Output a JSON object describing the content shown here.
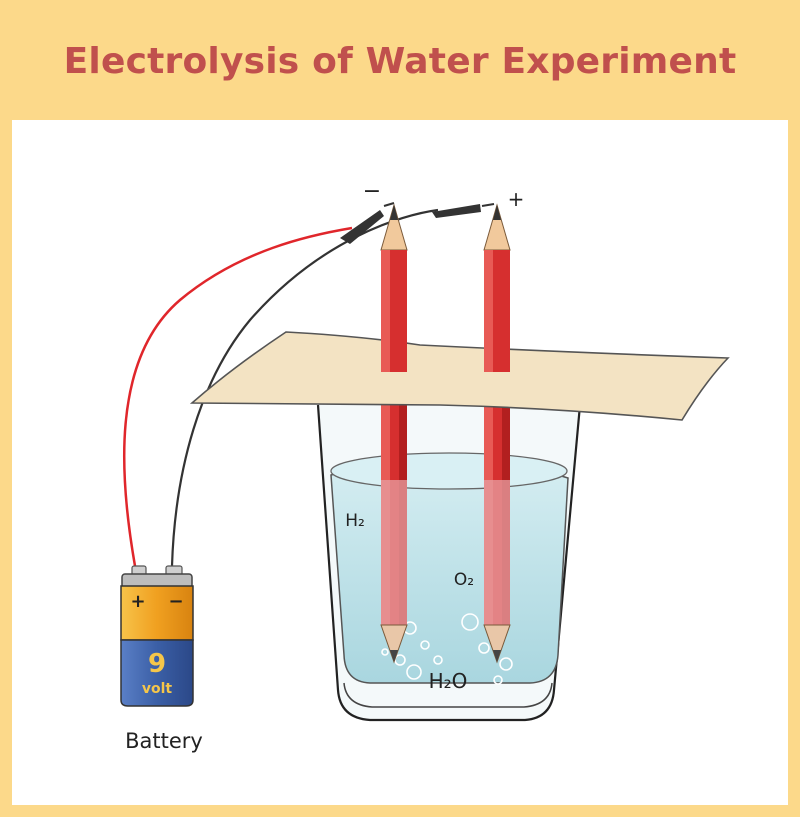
{
  "title": "Electrolysis of Water Experiment",
  "labels": {
    "minus_terminal": "−",
    "plus_terminal": "+",
    "hydrogen": "H₂",
    "oxygen": "O₂",
    "water": "H₂O",
    "battery_plus": "+",
    "battery_minus": "−",
    "battery_voltage": "9",
    "battery_unit": "volt",
    "battery_caption": "Battery"
  },
  "colors": {
    "background": "#fcd98a",
    "title": "#c0504d",
    "panel": "#ffffff",
    "water": "#bfe3ea",
    "pencil": "#d62f2f",
    "paper": "#f3e3c3",
    "wire_red": "#e0262b",
    "battery_top": "#f3a21f",
    "battery_bottom": "#3b5fa6"
  }
}
